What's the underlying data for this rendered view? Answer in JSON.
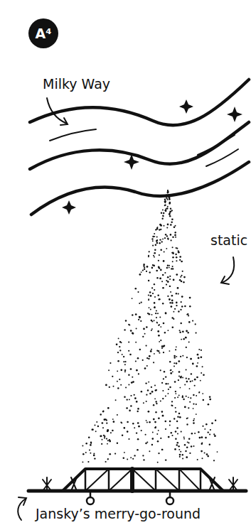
{
  "diagram": {
    "nodes": [
      {
        "text": [
          "A⁴"
        ]
      }
    ],
    "labels": [
      "Milky Way",
      "static",
      "Jansky’s merry-go-round"
    ]
  }
}
